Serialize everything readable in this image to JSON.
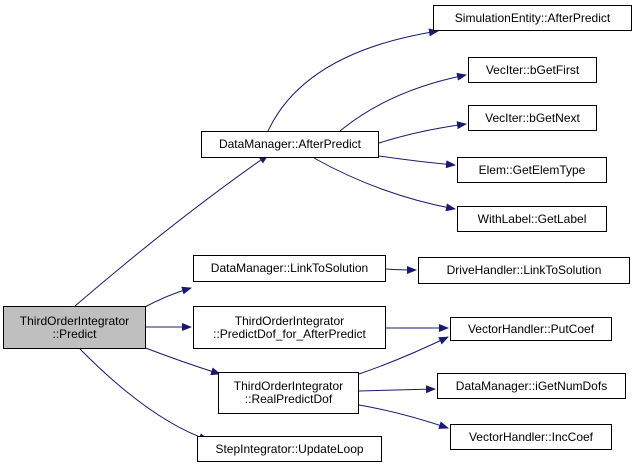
{
  "colors": {
    "edge": "#191970",
    "root_fill": "#bfbfbf",
    "node_fill": "#ffffff",
    "border": "#000000"
  },
  "nodes": [
    {
      "id": "root",
      "label": "ThirdOrderIntegrator\n::Predict",
      "root": true
    },
    {
      "id": "dm_after",
      "label": "DataManager::AfterPredict"
    },
    {
      "id": "dm_link",
      "label": "DataManager::LinkToSolution"
    },
    {
      "id": "toi_pdof",
      "label": "ThirdOrderIntegrator\n::PredictDof_for_AfterPredict"
    },
    {
      "id": "toi_real",
      "label": "ThirdOrderIntegrator\n::RealPredictDof"
    },
    {
      "id": "si_update",
      "label": "StepIntegrator::UpdateLoop"
    },
    {
      "id": "se_after",
      "label": "SimulationEntity::AfterPredict"
    },
    {
      "id": "vi_first",
      "label": "VecIter::bGetFirst"
    },
    {
      "id": "vi_next",
      "label": "VecIter::bGetNext"
    },
    {
      "id": "elem_type",
      "label": "Elem::GetElemType"
    },
    {
      "id": "wl_label",
      "label": "WithLabel::GetLabel"
    },
    {
      "id": "dh_link",
      "label": "DriveHandler::LinkToSolution"
    },
    {
      "id": "vh_put",
      "label": "VectorHandler::PutCoef"
    },
    {
      "id": "dm_ndofs",
      "label": "DataManager::iGetNumDofs"
    },
    {
      "id": "vh_inc",
      "label": "VectorHandler::IncCoef"
    }
  ],
  "edges": [
    [
      "root",
      "dm_after"
    ],
    [
      "root",
      "dm_link"
    ],
    [
      "root",
      "toi_pdof"
    ],
    [
      "root",
      "toi_real"
    ],
    [
      "root",
      "si_update"
    ],
    [
      "dm_after",
      "se_after"
    ],
    [
      "dm_after",
      "vi_first"
    ],
    [
      "dm_after",
      "vi_next"
    ],
    [
      "dm_after",
      "elem_type"
    ],
    [
      "dm_after",
      "wl_label"
    ],
    [
      "dm_link",
      "dh_link"
    ],
    [
      "toi_pdof",
      "vh_put"
    ],
    [
      "toi_real",
      "vh_put"
    ],
    [
      "toi_real",
      "dm_ndofs"
    ],
    [
      "toi_real",
      "vh_inc"
    ]
  ]
}
